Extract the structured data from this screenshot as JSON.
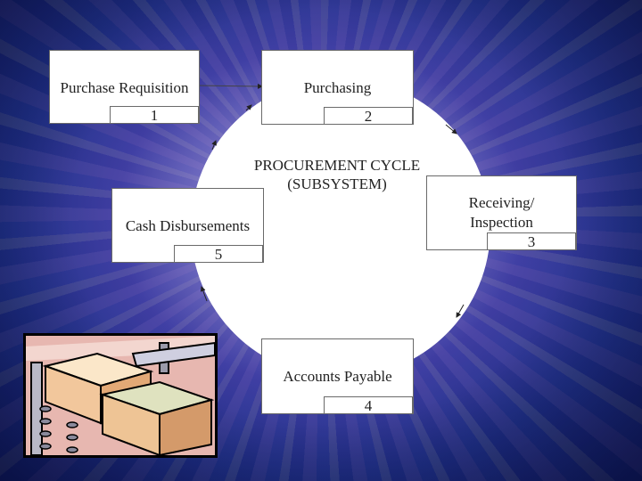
{
  "center": {
    "line1": "PROCUREMENT CYCLE",
    "line2": "(SUBSYSTEM)"
  },
  "steps": [
    {
      "label": "Purchase Requisition",
      "number": "1"
    },
    {
      "label": "Purchasing",
      "number": "2"
    },
    {
      "label_line1": "Receiving/",
      "label_line2": "Inspection",
      "number": "3"
    },
    {
      "label": "Accounts Payable",
      "number": "4"
    },
    {
      "label": "Cash Disbursements",
      "number": "5"
    }
  ],
  "clipart": {
    "icon": "boxes-on-conveyor-clipart"
  }
}
